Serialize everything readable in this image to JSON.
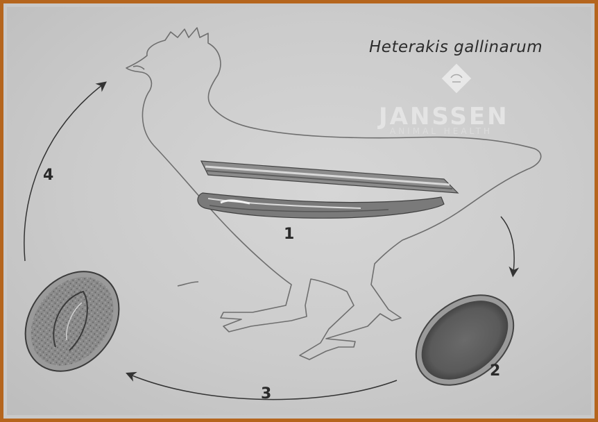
{
  "title": "Heterakis gallinarum",
  "brand": {
    "name": "JANSSEN",
    "subtitle": "ANIMAL HEALTH",
    "logo_icon": "janssen-diamond-logo-icon"
  },
  "steps": [
    {
      "label": "1"
    },
    {
      "label": "2"
    },
    {
      "label": "3"
    },
    {
      "label": "4"
    }
  ],
  "colors": {
    "frame": "#b5651d",
    "background": "#c9c9c9",
    "line": "#555555",
    "text": "#2c2c2c"
  }
}
